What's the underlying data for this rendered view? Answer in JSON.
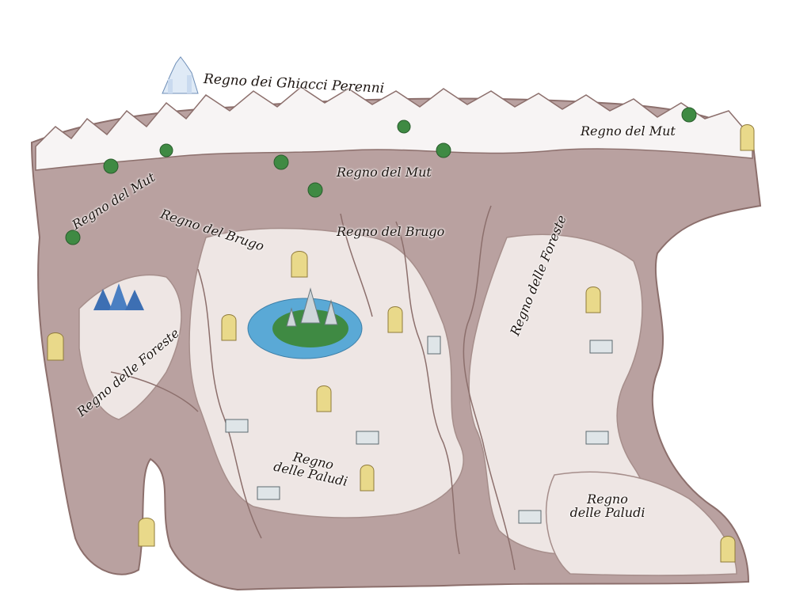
{
  "map": {
    "labels": {
      "ghiacci": "Regno dei Ghiacci Perenni",
      "mut_left": "Regno del Mut",
      "mut_center": "Regno del Mut",
      "mut_right": "Regno del Mut",
      "brugo_left": "Regno del Brugo",
      "brugo_center": "Regno del Brugo",
      "foreste_left": "Regno delle Foreste",
      "foreste_right": "Regno delle Foreste",
      "paludi_center_1": "Regno",
      "paludi_center_2": "delle Paludi",
      "paludi_right_1": "Regno",
      "paludi_right_2": "delle Paludi"
    },
    "colors": {
      "terrain": "#b9a1a0",
      "terrain_dark": "#8c6f6c",
      "lowland": "#eee6e4",
      "snow": "#f7f4f4",
      "water": "#5aa9d6",
      "forest": "#3f8a43",
      "tower": "#e9d98a"
    }
  }
}
